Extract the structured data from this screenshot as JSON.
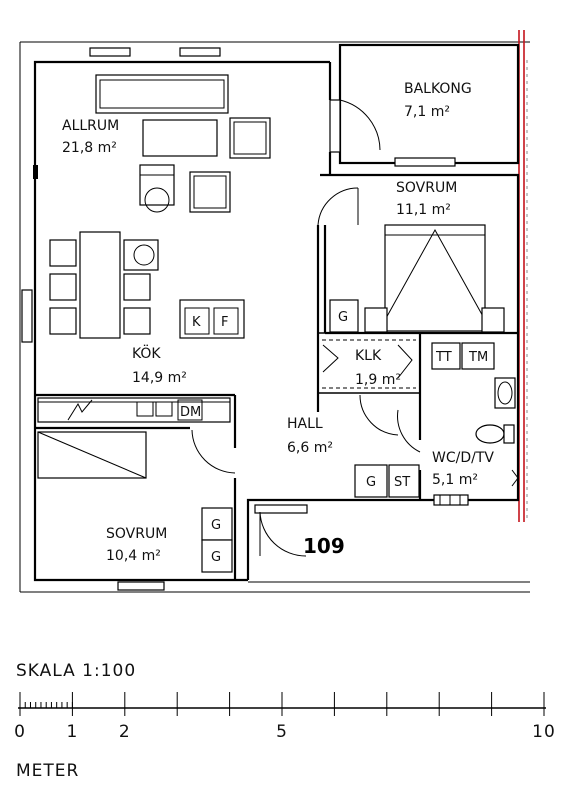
{
  "rooms": {
    "allrum": {
      "name": "ALLRUM",
      "area": "21,8 m²"
    },
    "balkong": {
      "name": "BALKONG",
      "area": "7,1 m²"
    },
    "sovrum1": {
      "name": "SOVRUM",
      "area": "11,1 m²"
    },
    "kok": {
      "name": "KÖK",
      "area": "14,9 m²"
    },
    "klk": {
      "name": "KLK",
      "area": "1,9 m²"
    },
    "hall": {
      "name": "HALL",
      "area": "6,6 m²"
    },
    "wc": {
      "name": "WC/D/TV",
      "area": "5,1 m²"
    },
    "sovrum2": {
      "name": "SOVRUM",
      "area": "10,4 m²"
    }
  },
  "apartment_number": "109",
  "fixtures": {
    "kitchen_k": "K",
    "kitchen_f": "F",
    "kitchen_dm": "DM",
    "bed_g": "G",
    "wc_tt": "TT",
    "wc_tm": "TM",
    "hall_g": "G",
    "hall_st": "ST",
    "sovrum2_g1": "G",
    "sovrum2_g2": "G"
  },
  "scale": {
    "title": "SKALA 1:100",
    "unit": "METER",
    "ticks": [
      "0",
      "1",
      "2",
      "5",
      "10"
    ],
    "tick_values": [
      0,
      1,
      2,
      5,
      10
    ]
  },
  "colors": {
    "wall": "#000000",
    "property_line": "#c4141c"
  }
}
